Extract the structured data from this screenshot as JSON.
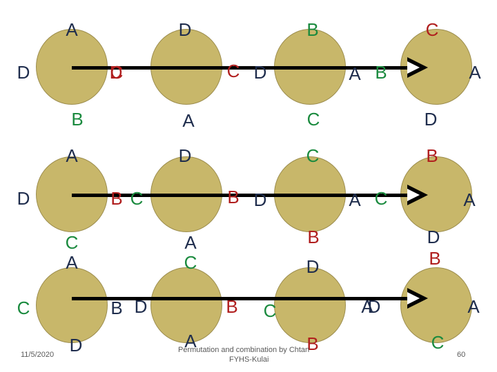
{
  "colors": {
    "navy": "#1f2d4d",
    "red": "#b01e1e",
    "green": "#1a8a3e",
    "circle": "#c8b76a"
  },
  "rows": [
    {
      "labels": [
        {
          "t": "A",
          "c": "navy"
        },
        {
          "t": "D",
          "c": "navy"
        },
        {
          "t": "C",
          "c": "red"
        },
        {
          "t": "B",
          "c": "green"
        },
        {
          "t": "D",
          "c": "navy"
        },
        {
          "t": "D",
          "c": "red"
        },
        {
          "t": "C",
          "c": "red"
        },
        {
          "t": "A",
          "c": "navy"
        },
        {
          "t": "B",
          "c": "green"
        },
        {
          "t": "D",
          "c": "navy"
        },
        {
          "t": "A",
          "c": "navy"
        },
        {
          "t": "C",
          "c": "green"
        },
        {
          "t": "C",
          "c": "red"
        },
        {
          "t": "B",
          "c": "green"
        },
        {
          "t": "A",
          "c": "navy"
        },
        {
          "t": "D",
          "c": "navy"
        }
      ]
    },
    {
      "labels": [
        {
          "t": "A",
          "c": "navy"
        },
        {
          "t": "D",
          "c": "navy"
        },
        {
          "t": "B",
          "c": "red"
        },
        {
          "t": "C",
          "c": "green"
        },
        {
          "t": "D",
          "c": "navy"
        },
        {
          "t": "C",
          "c": "green"
        },
        {
          "t": "B",
          "c": "red"
        },
        {
          "t": "A",
          "c": "navy"
        },
        {
          "t": "C",
          "c": "green"
        },
        {
          "t": "D",
          "c": "navy"
        },
        {
          "t": "A",
          "c": "navy"
        },
        {
          "t": "B",
          "c": "red"
        },
        {
          "t": "B",
          "c": "red"
        },
        {
          "t": "C",
          "c": "green"
        },
        {
          "t": "A",
          "c": "navy"
        },
        {
          "t": "D",
          "c": "navy"
        }
      ]
    },
    {
      "labels": [
        {
          "t": "A",
          "c": "navy"
        },
        {
          "t": "C",
          "c": "green"
        },
        {
          "t": "B",
          "c": "navy"
        },
        {
          "t": "D",
          "c": "navy"
        },
        {
          "t": "C",
          "c": "green"
        },
        {
          "t": "D",
          "c": "navy"
        },
        {
          "t": "B",
          "c": "red"
        },
        {
          "t": "A",
          "c": "navy"
        },
        {
          "t": "D",
          "c": "navy"
        },
        {
          "t": "C",
          "c": "green"
        },
        {
          "t": "A",
          "c": "navy"
        },
        {
          "t": "B",
          "c": "red"
        },
        {
          "t": "B",
          "c": "red"
        },
        {
          "t": "D",
          "c": "navy"
        },
        {
          "t": "A",
          "c": "navy"
        },
        {
          "t": "C",
          "c": "green"
        }
      ]
    }
  ],
  "footer": {
    "date": "11/5/2020",
    "credit_line1": "Permutation and combination by Chtan",
    "credit_line2": "FYHS-Kulai",
    "page_number": "60"
  }
}
